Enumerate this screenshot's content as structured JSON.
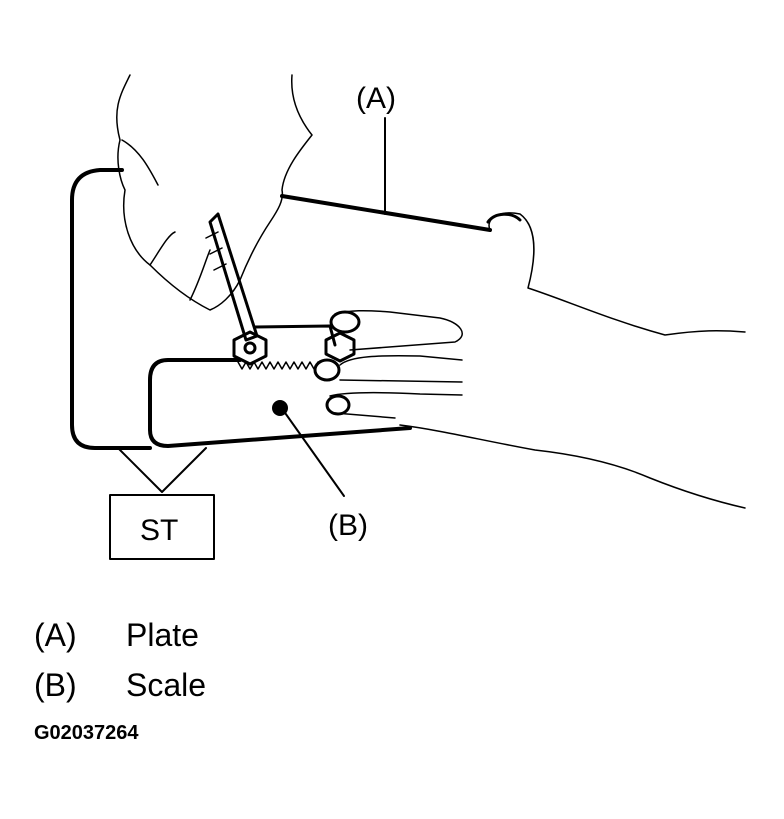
{
  "callouts": {
    "a": "(A)",
    "b": "(B)",
    "st": "ST"
  },
  "legend": {
    "items": [
      {
        "key": "(A)",
        "label": "Plate"
      },
      {
        "key": "(B)",
        "label": "Scale"
      }
    ]
  },
  "figure_code": "G02037264"
}
